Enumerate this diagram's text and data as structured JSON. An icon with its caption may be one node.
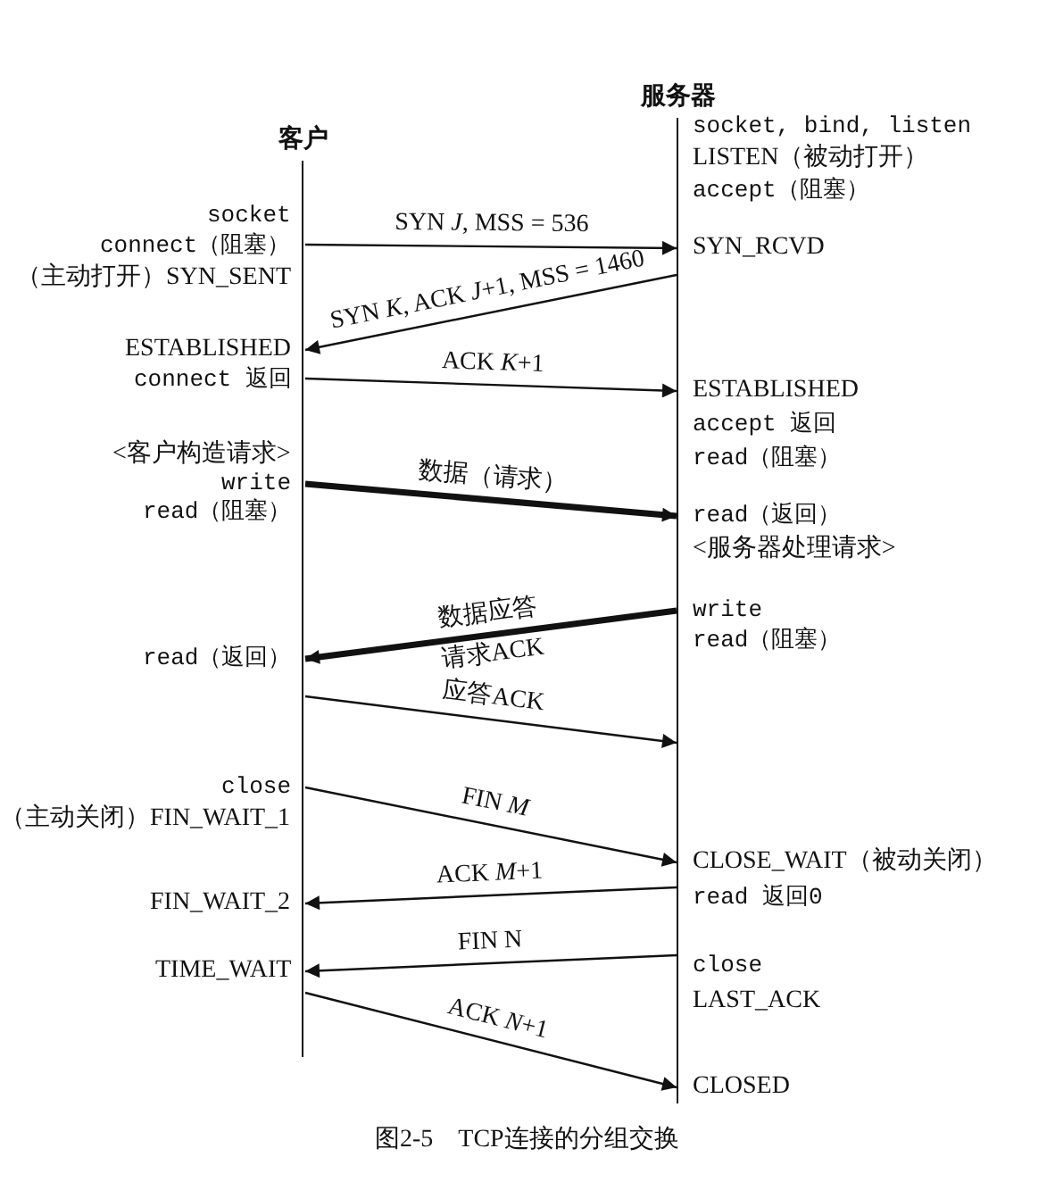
{
  "diagram": {
    "caption": "图2-5　TCP连接的分组交换",
    "nodes": [
      {
        "text": [
          "客户"
        ]
      },
      {
        "text": [
          "服务器"
        ]
      }
    ],
    "edges": [
      {
        "from": 0,
        "to": 1,
        "arrow": "to",
        "label": "SYN *J*, MSS = 536"
      },
      {
        "from": 1,
        "to": 0,
        "arrow": "to",
        "label": "SYN *K*, ACK *J*+1, MSS = 1460"
      },
      {
        "from": 0,
        "to": 1,
        "arrow": "to",
        "label": "ACK *K*+1"
      },
      {
        "from": 0,
        "to": 1,
        "arrow": "to",
        "label": "数据（请求）",
        "style": "thick"
      },
      {
        "from": 1,
        "to": 0,
        "arrow": "to",
        "label": "数据应答",
        "style": "thick"
      },
      {
        "from": 0,
        "to": 1,
        "arrow": "to",
        "label": "应答ACK"
      },
      {
        "from": 0,
        "to": 1,
        "arrow": "to",
        "label": "FIN *M*"
      },
      {
        "from": 1,
        "to": 0,
        "arrow": "to",
        "label": "ACK *M*+1"
      },
      {
        "from": 1,
        "to": 0,
        "arrow": "to",
        "label": "FIN N"
      },
      {
        "from": 0,
        "to": 1,
        "arrow": "to",
        "label": "ACK *N*+1"
      }
    ],
    "labels": [
      "socket, bind, listen",
      "LISTEN（被动打开）",
      "accept（阻塞）",
      "socket",
      "connect（阻塞）",
      "SYN_RCVD",
      "（主动打开）SYN_SENT",
      "ESTABLISHED",
      "connect 返回",
      "ESTABLISHED",
      "accept 返回",
      "<客户构造请求>",
      "read（阻塞）",
      "write",
      "read（阻塞）",
      "read（返回）",
      "<服务器处理请求>",
      "write",
      "read（阻塞）",
      "read（返回）",
      "请求ACK",
      "close",
      "（主动关闭）FIN_WAIT_1",
      "CLOSE_WAIT（被动关闭）",
      "read 返回0",
      "FIN_WAIT_2",
      "close",
      "TIME_WAIT",
      "LAST_ACK",
      "CLOSED"
    ]
  }
}
